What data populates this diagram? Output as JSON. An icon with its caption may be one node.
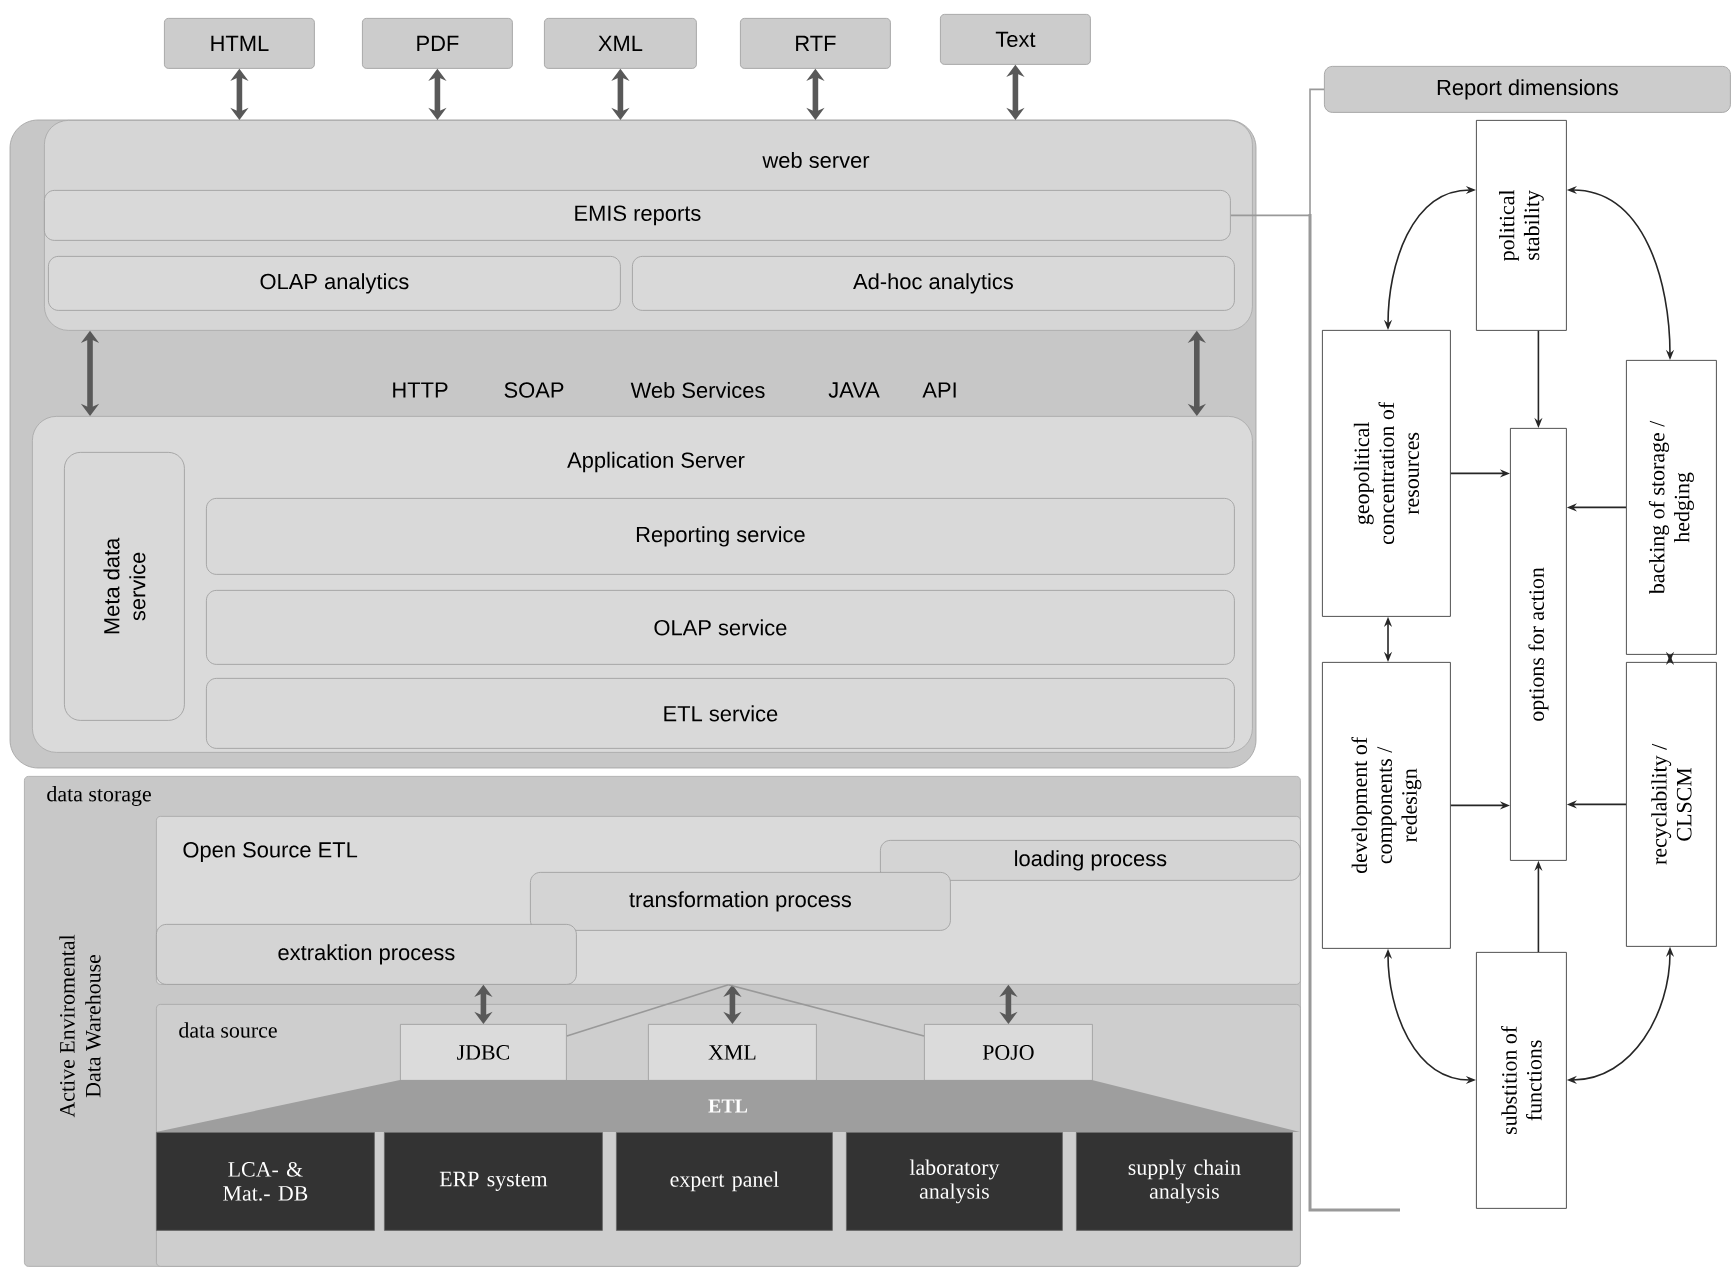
{
  "diagram": {
    "nodes": [
      {
        "text": [
          "HTML"
        ]
      },
      {
        "text": [
          "PDF"
        ]
      },
      {
        "text": [
          "XML"
        ]
      },
      {
        "text": [
          "RTF"
        ]
      },
      {
        "text": [
          "Text"
        ]
      },
      {
        "text": [
          "web server"
        ]
      },
      {
        "text": [
          "EMIS reports"
        ],
        "in": 5
      },
      {
        "text": [
          "OLAP analytics"
        ],
        "in": 5
      },
      {
        "text": [
          "Ad-hoc analytics"
        ],
        "in": 5
      },
      {
        "text": [
          "Application Server"
        ]
      },
      {
        "text": [
          "Meta data service"
        ],
        "in": 9
      },
      {
        "text": [
          "Reporting service"
        ],
        "in": 9
      },
      {
        "text": [
          "OLAP service"
        ],
        "in": 9
      },
      {
        "text": [
          "ETL service"
        ],
        "in": 9
      },
      {
        "text": [
          "data storage",
          "Active Enviromental Data Warehouse"
        ]
      },
      {
        "text": [
          "Open Source ETL"
        ],
        "in": 14
      },
      {
        "text": [
          "loading process"
        ],
        "in": 15
      },
      {
        "text": [
          "transformation process"
        ],
        "in": 15
      },
      {
        "text": [
          "extraktion process"
        ],
        "in": 15
      },
      {
        "text": [
          "data source"
        ],
        "in": 14
      },
      {
        "text": [
          "JDBC"
        ],
        "in": 19
      },
      {
        "text": [
          "XML"
        ],
        "in": 19
      },
      {
        "text": [
          "POJO"
        ],
        "in": 19
      },
      {
        "text": [
          "LCA- & Mat.- DB"
        ],
        "in": 19
      },
      {
        "text": [
          "ERP system"
        ],
        "in": 19
      },
      {
        "text": [
          "expert panel"
        ],
        "in": 19
      },
      {
        "text": [
          "laboratory analysis"
        ],
        "in": 19
      },
      {
        "text": [
          "supply chain analysis"
        ],
        "in": 19
      },
      {
        "text": [
          "Report dimensions"
        ]
      },
      {
        "text": [
          "political stability"
        ]
      },
      {
        "text": [
          "geopolitical concentration of resources"
        ]
      },
      {
        "text": [
          "options for action"
        ]
      },
      {
        "text": [
          "backing of storage / hedging"
        ]
      },
      {
        "text": [
          "development of components / redesign"
        ]
      },
      {
        "text": [
          "recyclability / CLSCM"
        ]
      },
      {
        "text": [
          "substition of functions"
        ]
      }
    ],
    "edges": [
      {
        "from": 0,
        "to": 5,
        "arrow": "both",
        "style": "thick"
      },
      {
        "from": 1,
        "to": 5,
        "arrow": "both",
        "style": "thick"
      },
      {
        "from": 2,
        "to": 5,
        "arrow": "both",
        "style": "thick"
      },
      {
        "from": 3,
        "to": 5,
        "arrow": "both",
        "style": "thick"
      },
      {
        "from": 4,
        "to": 5,
        "arrow": "both",
        "style": "thick"
      },
      {
        "from": 5,
        "to": 9,
        "arrow": "both",
        "style": "thick"
      },
      {
        "from": 5,
        "to": 9,
        "arrow": "both",
        "style": "thick"
      },
      {
        "from": 6,
        "to": 28,
        "arrow": "none",
        "color": "#999999"
      },
      {
        "from": 18,
        "to": 20,
        "arrow": "both",
        "style": "thick"
      },
      {
        "from": 15,
        "to": 21,
        "arrow": "both",
        "style": "thick"
      },
      {
        "from": 15,
        "to": 22,
        "arrow": "both",
        "style": "thick"
      },
      {
        "from": 15,
        "to": 20,
        "arrow": "none",
        "color": "#999999"
      },
      {
        "from": 15,
        "to": 22,
        "arrow": "none",
        "color": "#999999"
      },
      {
        "from": 29,
        "to": 31,
        "arrow": "to"
      },
      {
        "from": 30,
        "to": 31,
        "arrow": "to"
      },
      {
        "from": 32,
        "to": 31,
        "arrow": "to"
      },
      {
        "from": 33,
        "to": 31,
        "arrow": "to"
      },
      {
        "from": 34,
        "to": 31,
        "arrow": "to"
      },
      {
        "from": 35,
        "to": 31,
        "arrow": "to"
      },
      {
        "from": 29,
        "to": 30,
        "arrow": "both"
      },
      {
        "from": 29,
        "to": 32,
        "arrow": "both"
      },
      {
        "from": 30,
        "to": 33,
        "arrow": "both"
      },
      {
        "from": 32,
        "to": 34,
        "arrow": "both"
      },
      {
        "from": 33,
        "to": 35,
        "arrow": "both"
      },
      {
        "from": 34,
        "to": 35,
        "arrow": "both"
      }
    ],
    "labels": [
      "HTTP",
      "SOAP",
      "Web Services",
      "JAVA",
      "API",
      "ETL"
    ]
  }
}
